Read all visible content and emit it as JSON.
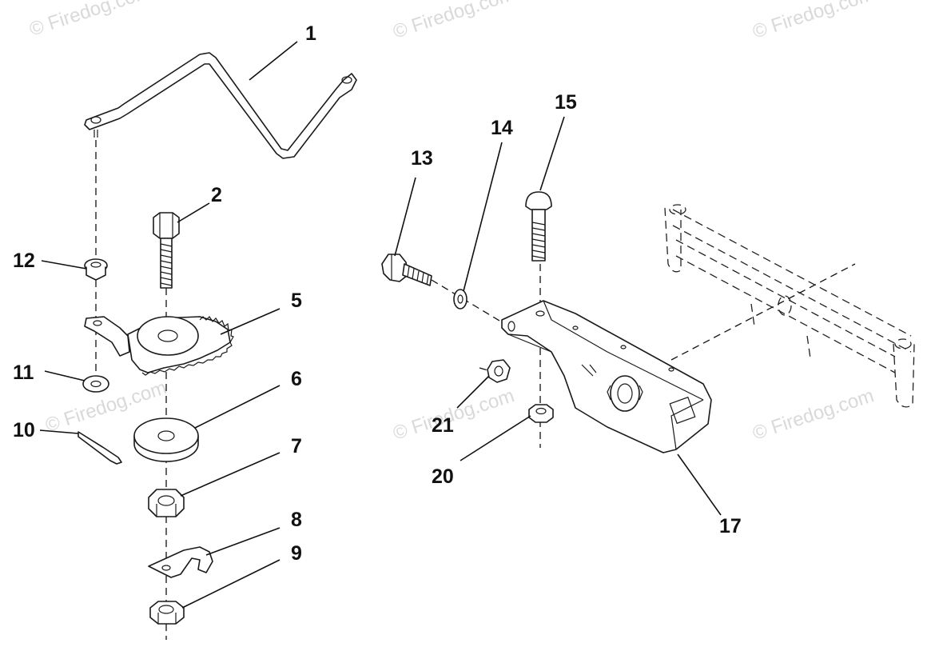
{
  "watermark": "© Firedog.com",
  "callouts": {
    "c1": "1",
    "c2": "2",
    "c5": "5",
    "c6": "6",
    "c7": "7",
    "c8": "8",
    "c9": "9",
    "c10": "10",
    "c11": "11",
    "c12": "12",
    "c13": "13",
    "c14": "14",
    "c15": "15",
    "c17": "17",
    "c20": "20",
    "c21": "21"
  }
}
